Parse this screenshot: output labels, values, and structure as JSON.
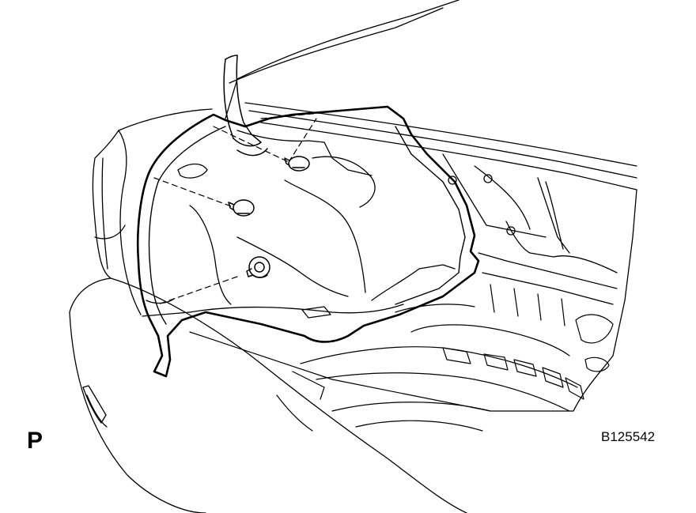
{
  "figure": {
    "view_code": "P",
    "figure_id": "B125542",
    "ink_color": "#000000",
    "paper_color": "#ffffff",
    "depicted_parts": [
      "trunk-side-trim-cover",
      "trunk-lid-hinge",
      "clip",
      "clip",
      "screw-grommet",
      "trunk-floor",
      "rear-bumper"
    ]
  }
}
